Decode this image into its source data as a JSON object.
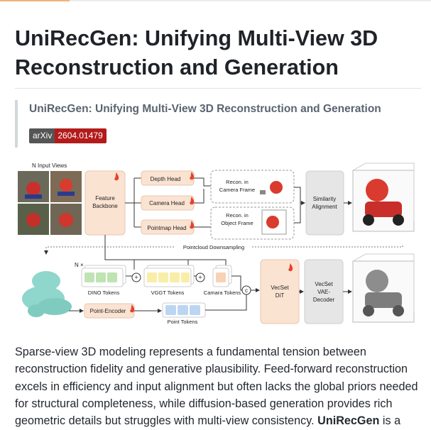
{
  "page": {
    "title": "UniRecGen: Unifying Multi-View 3D Reconstruction and Generation"
  },
  "quote": {
    "title": "UniRecGen: Unifying Multi-View 3D Reconstruction and Generation",
    "badge_label": "arXiv",
    "badge_value": "2604.01479"
  },
  "figure": {
    "input_views": "N Input Views",
    "feature_backbone_1": "Feature",
    "feature_backbone_2": "Backbone",
    "depth_head": "Depth Head",
    "camera_head": "Camera Head",
    "pointmap_head": "Pointmap Head",
    "recon_camera_1": "Recon. in",
    "recon_camera_2": "Camera Frame",
    "recon_object_1": "Recon. in",
    "recon_object_2": "Object Frame",
    "similarity_1": "Similarity",
    "similarity_2": "Alignment",
    "pointcloud_downsampling": "Pointcloud Downsampling",
    "n_times": "N ×",
    "dino_tokens": "DINO Tokens",
    "vggt_tokens": "VGGT Tokens",
    "camara_tokens": "Camara Tokens",
    "plus": "+",
    "concat": "c",
    "point_encoder": "Point-Encoder",
    "point_tokens": "Point Tokens",
    "vecset_dit_1": "VecSet",
    "vecset_dit_2": "DiT",
    "vecset_vae_1": "VecSet",
    "vecset_vae_2": "VAE-",
    "vecset_vae_3": "Decoder",
    "colors": {
      "peach": "#fbe3d2",
      "gray_block": "#e6e6e6",
      "dino_green": "#bfe3b3",
      "vggt_yellow": "#f8eea8",
      "cam_orange": "#f8d2b3",
      "point_blue": "#bcd6f2",
      "flame": "#e8412c",
      "cloud_teal": "#8fd6cc"
    }
  },
  "paragraph": {
    "text1": "Sparse-view 3D modeling represents a fundamental tension between reconstruction fidelity and generative plausibility. Feed-forward reconstruction excels in efficiency and input alignment but often lacks the global priors needed for structural completeness, while diffusion-based generation provides rich geometric details but struggles with multi-view consistency.",
    "bold": "UniRecGen",
    "text2": "is a"
  }
}
